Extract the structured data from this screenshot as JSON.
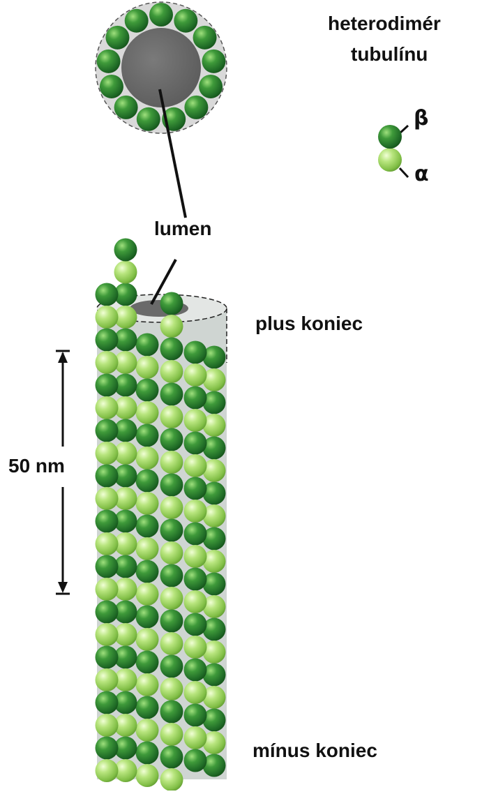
{
  "labels": {
    "heterodimer_line1": "heterodimér",
    "heterodimer_line2": "tubulínu",
    "beta": "β",
    "alpha": "α",
    "lumen": "lumen",
    "plus_end": "plus koniec",
    "minus_end": "mínus koniec",
    "scale": "50 nm"
  },
  "colors": {
    "beta_subunit": "#2f7d32",
    "alpha_subunit": "#9ccc5a",
    "lumen": "#6e6e6e",
    "cylinder": "#cdd3d0",
    "text": "#111111"
  }
}
